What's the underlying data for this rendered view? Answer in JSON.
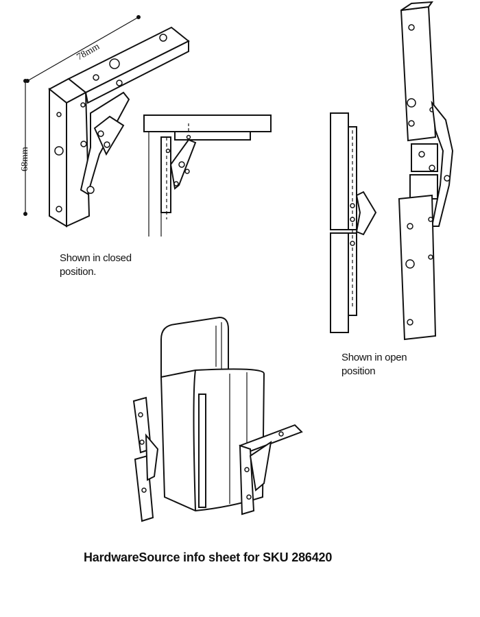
{
  "dimensions": {
    "width_label": "78mm",
    "height_label": "68mm"
  },
  "captions": {
    "closed_line1": "Shown in closed",
    "closed_line2": "position.",
    "open_line1": "Shown in open",
    "open_line2": "position"
  },
  "footer": {
    "text": "HardwareSource info sheet for SKU 286420"
  }
}
